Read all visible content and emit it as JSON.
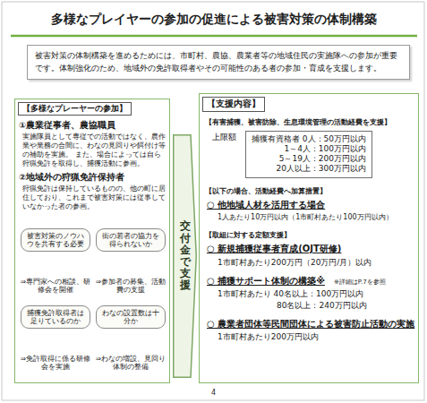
{
  "diagram": {
    "title": "多様なプレイヤーの参加の促進による被害対策の体制構築",
    "nodes": [
      {
        "text": [
          "被害対策の体制構築を進めるためには、市町村、農協、農業者等の地域住民の実施隊への参加が重要です。体制強化のため、地域外の免許取得者やその可能性のある者の参加・育成を支援します。"
        ]
      },
      {
        "text": [
          "【多様なプレーヤーの参加】",
          "①農業従事者、農協職員",
          "実施隊員として専従での活動ではなく、農作業や業務の合間に、わなの見回りや餌付け等の補助を実施。 また、場合によっては自ら狩猟免許を取得し、捕獲活動に参画。",
          "②地域外の狩猟免許保持者",
          "狩猟免許は保持しているものの、他の町に居住しており、これまで被害対策には従事していなかった者の参画。"
        ]
      },
      {
        "text": [
          "被害対策のノウハウを共有する必要"
        ],
        "in": 1
      },
      {
        "text": [
          "街の若者の協力を得られないか"
        ],
        "in": 1
      },
      {
        "text": [
          "捕獲免許取得者は足りているのか"
        ],
        "in": 1
      },
      {
        "text": [
          "わなの設置数は十分か"
        ],
        "in": 1
      },
      {
        "text": [
          "交付金で支援"
        ]
      },
      {
        "text": [
          "【支援内容】",
          "【有害捕獲、被害防除、生息環境管理の活動経費を支援】",
          "上限額",
          "【以下の場合、活動経費へ加算措置】",
          "○ 他地域人材を活用する場合",
          "1人あたり10万円以内（1市町村あたり100万円以内）",
          "【取組に対する定額支援】",
          "○ 新規捕獲従事者育成(OJT研修)",
          "1市町村あたり200万円（20万円/月）以内",
          "○ 捕獲サポート体制の構築※",
          "※詳細はP.7を参照",
          "1市町村あたり 40名以上：100万円以内",
          "80名以上：240万円以内",
          "○ 農業者団体等民間団体による被害防止活動の実施",
          "1市町村あたり200万円以内"
        ]
      },
      {
        "text": [
          "捕獲有資格者 0人：50万円以内",
          "1～4人：100万円以内",
          "5～19人：200万円以内",
          "20人以上：300万円以内"
        ],
        "in": 7
      }
    ],
    "labels": [
      "⇒専門家への相談、研修会を開催",
      "⇒参加者の募集、活動費の支援",
      "⇒免許取得に係る研修会を実施",
      "⇒わなの増設、見回り体制の整備",
      "4"
    ]
  }
}
